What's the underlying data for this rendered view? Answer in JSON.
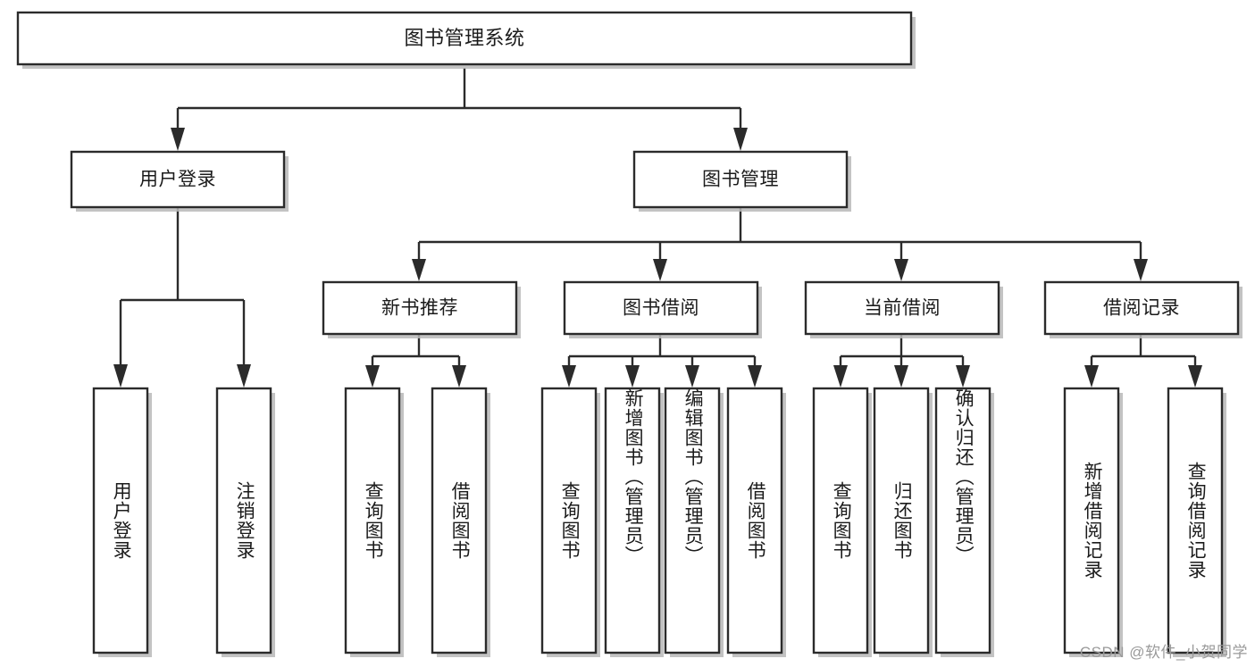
{
  "diagram": {
    "type": "hierarchy-tree",
    "title": "图书管理系统",
    "orientation": "top-down",
    "colors": {
      "box_stroke": "#2b2b2b",
      "box_fill": "#ffffff",
      "edge": "#2b2b2b",
      "shadow": "#b8b8b8",
      "text": "#1b1b1b",
      "watermark": "#9a9a9a"
    },
    "levels": [
      {
        "level": 1,
        "nodes": [
          {
            "id": "root",
            "label": "图书管理系统"
          }
        ]
      },
      {
        "level": 2,
        "nodes": [
          {
            "id": "user-login",
            "label": "用户登录",
            "parent": "root"
          },
          {
            "id": "book-manage",
            "label": "图书管理",
            "parent": "root"
          }
        ]
      },
      {
        "level": 3,
        "nodes": [
          {
            "id": "new-book-rec",
            "label": "新书推荐",
            "parent": "book-manage"
          },
          {
            "id": "book-borrow",
            "label": "图书借阅",
            "parent": "book-manage"
          },
          {
            "id": "current-borrow",
            "label": "当前借阅",
            "parent": "book-manage"
          },
          {
            "id": "borrow-record",
            "label": "借阅记录",
            "parent": "book-manage"
          }
        ]
      },
      {
        "level": 4,
        "nodes": [
          {
            "id": "leaf-user-login",
            "label": "用户登录",
            "parent": "user-login"
          },
          {
            "id": "leaf-logout",
            "label": "注销登录",
            "parent": "user-login"
          },
          {
            "id": "leaf-rec-query",
            "label": "查询图书",
            "parent": "new-book-rec"
          },
          {
            "id": "leaf-rec-borrow",
            "label": "借阅图书",
            "parent": "new-book-rec"
          },
          {
            "id": "leaf-borrow-query",
            "label": "查询图书",
            "parent": "book-borrow"
          },
          {
            "id": "leaf-add-book",
            "label": "新增图书（管理员）",
            "parent": "book-borrow"
          },
          {
            "id": "leaf-edit-book",
            "label": "编辑图书（管理员）",
            "parent": "book-borrow"
          },
          {
            "id": "leaf-borrow-book",
            "label": "借阅图书",
            "parent": "book-borrow"
          },
          {
            "id": "leaf-cur-query",
            "label": "查询图书",
            "parent": "current-borrow"
          },
          {
            "id": "leaf-return-book",
            "label": "归还图书",
            "parent": "current-borrow"
          },
          {
            "id": "leaf-confirm-return",
            "label": "确认归还（管理员）",
            "parent": "current-borrow"
          },
          {
            "id": "leaf-add-record",
            "label": "新增借阅记录",
            "parent": "borrow-record"
          },
          {
            "id": "leaf-query-record",
            "label": "查询借阅记录",
            "parent": "borrow-record"
          }
        ]
      }
    ]
  },
  "watermark": {
    "text": "CSDN @软件_小贺同学"
  }
}
